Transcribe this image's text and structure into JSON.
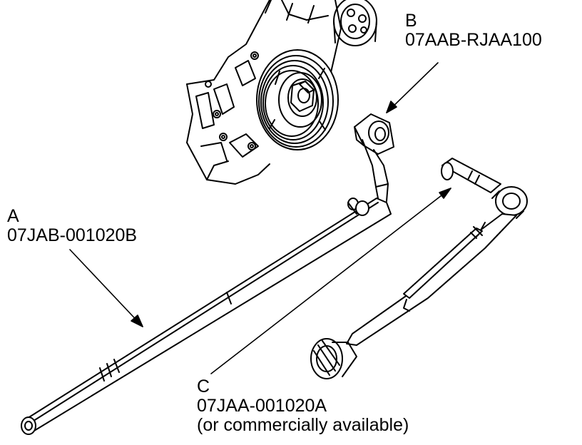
{
  "labels": {
    "a": {
      "letter": "A",
      "part_number": "07JAB-001020B"
    },
    "b": {
      "letter": "B",
      "part_number": "07AAB-RJAA100"
    },
    "c": {
      "letter": "C",
      "part_number": "07JAA-001020A",
      "note": "(or commercially available)"
    }
  },
  "colors": {
    "line": "#000000",
    "background": "#ffffff"
  }
}
